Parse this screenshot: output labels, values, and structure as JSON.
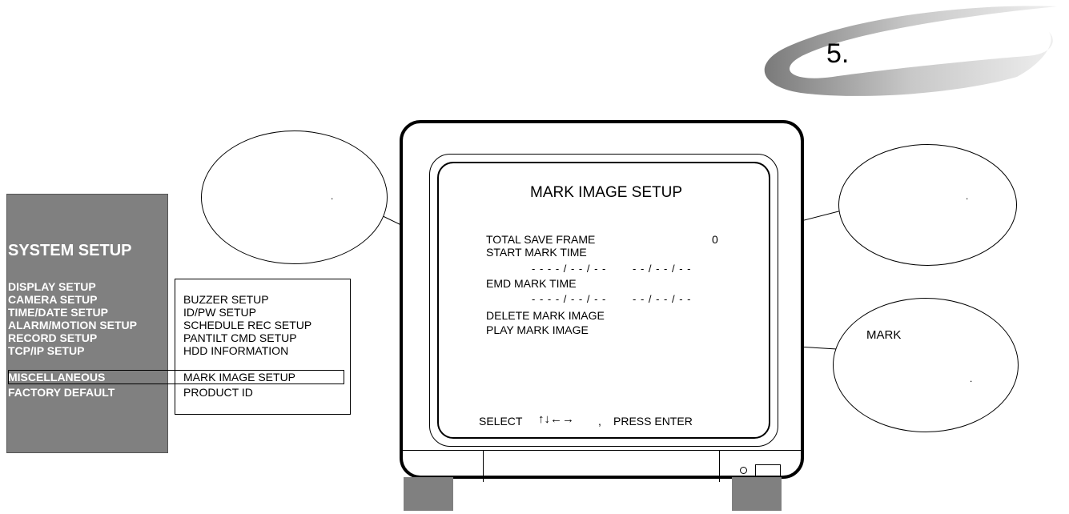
{
  "chapter": {
    "number": "5."
  },
  "system_setup": {
    "title": "SYSTEM SETUP",
    "items": [
      "DISPLAY SETUP",
      "CAMERA SETUP",
      "TIME/DATE SETUP",
      "ALARM/MOTION SETUP",
      "RECORD SETUP",
      "TCP/IP SETUP",
      "MISCELLANEOUS",
      "FACTORY DEFAULT"
    ],
    "selected": "MISCELLANEOUS"
  },
  "misc_submenu": {
    "items": [
      "BUZZER SETUP",
      "ID/PW SETUP",
      "SCHEDULE REC SETUP",
      "PANTILT CMD SETUP",
      "HDD INFORMATION",
      "MARK IMAGE SETUP",
      "PRODUCT ID"
    ],
    "selected": "MARK IMAGE SETUP"
  },
  "screen": {
    "title": "MARK IMAGE SETUP",
    "total_save_frame_label": "TOTAL SAVE FRAME",
    "total_save_frame_value": "0",
    "start_mark_time_label": "START MARK TIME",
    "start_date": "- - - - / - - / - -",
    "start_time": "- - / - - / - -",
    "end_mark_time_label": "EMD MARK TIME",
    "end_date": "- - - - / - - / - -",
    "end_time": "- - / - - / - -",
    "delete_label": "DELETE MARK IMAGE",
    "play_label": "PLAY MARK IMAGE",
    "footer_select": "SELECT",
    "footer_arrows": "↑↓←→",
    "footer_comma": ",",
    "footer_press": "PRESS ENTER"
  },
  "callouts": {
    "left_dot": ".",
    "right_top_dot": ".",
    "right_bottom_label": "MARK",
    "right_bottom_dot": "."
  },
  "colors": {
    "panel_gray": "#808080",
    "foot_gray": "#808080"
  }
}
